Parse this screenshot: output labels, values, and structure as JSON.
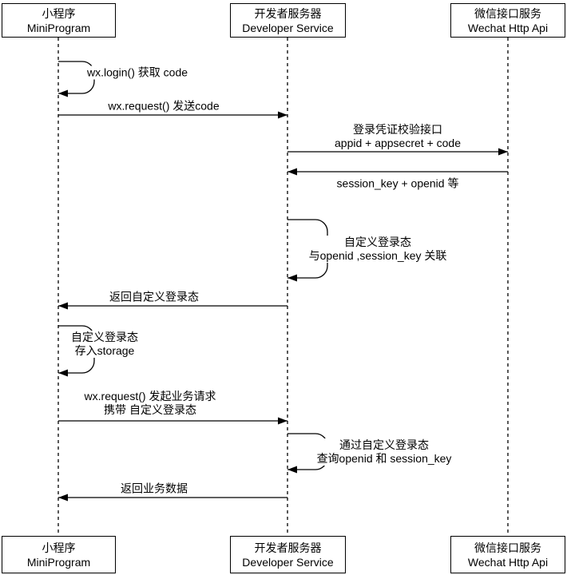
{
  "diagram_type": "sequence-diagram",
  "colors": {
    "line": "#000000",
    "text": "#000000",
    "background": "#ffffff"
  },
  "actors": [
    {
      "id": "miniprogram",
      "zh": "小程序",
      "en": "MiniProgram"
    },
    {
      "id": "developer",
      "zh": "开发者服务器",
      "en": "Developer Service"
    },
    {
      "id": "wechat",
      "zh": "微信接口服务",
      "en": "Wechat Http Api"
    }
  ],
  "messages": [
    {
      "kind": "self",
      "actor": "miniprogram",
      "text": [
        "wx.login() 获取 code"
      ]
    },
    {
      "kind": "message",
      "from": "miniprogram",
      "to": "developer",
      "text": [
        "wx.request() 发送code"
      ]
    },
    {
      "kind": "message",
      "from": "developer",
      "to": "wechat",
      "text": [
        "登录凭证校验接口",
        "appid + appsecret + code"
      ]
    },
    {
      "kind": "message",
      "from": "wechat",
      "to": "developer",
      "text": [
        "session_key + openid 等"
      ]
    },
    {
      "kind": "self",
      "actor": "developer",
      "text": [
        "自定义登录态",
        "与openid ,session_key 关联"
      ]
    },
    {
      "kind": "message",
      "from": "developer",
      "to": "miniprogram",
      "text": [
        "返回自定义登录态"
      ]
    },
    {
      "kind": "self",
      "actor": "miniprogram",
      "text": [
        "自定义登录态",
        "存入storage"
      ]
    },
    {
      "kind": "message",
      "from": "miniprogram",
      "to": "developer",
      "text": [
        "wx.request() 发起业务请求",
        "携带 自定义登录态"
      ]
    },
    {
      "kind": "self",
      "actor": "developer",
      "text": [
        "通过自定义登录态",
        "查询openid 和 session_key"
      ]
    },
    {
      "kind": "message",
      "from": "developer",
      "to": "miniprogram",
      "text": [
        "返回业务数据"
      ]
    }
  ]
}
